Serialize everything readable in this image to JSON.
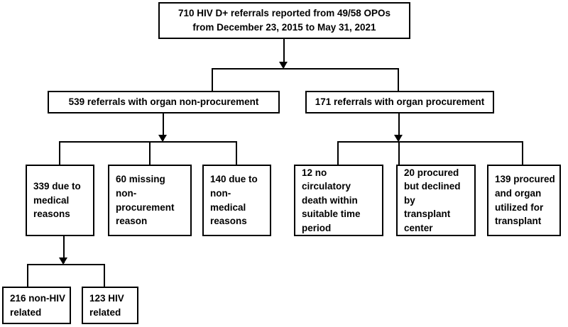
{
  "diagram": {
    "title": "HIV D+ referral outcomes flow diagram",
    "type": "flowchart",
    "stroke_color": "#000000",
    "background_color": "#ffffff",
    "nodes": {
      "root": {
        "id": "root",
        "label": "710 HIV D+ referrals reported from 49/58 OPOs\nfrom December 23, 2015 to May 31, 2021",
        "count": 710,
        "level": 0
      },
      "non_procurement": {
        "id": "non-procurement",
        "label": "539 referrals with organ non-procurement",
        "count": 539,
        "level": 1
      },
      "procurement": {
        "id": "procurement",
        "label": "171 referrals with organ procurement",
        "count": 171,
        "level": 1
      },
      "medical_reasons": {
        "id": "medical-reasons",
        "label": "339 due to\nmedical\nreasons",
        "count": 339,
        "level": 2
      },
      "missing_reason": {
        "id": "missing-reason",
        "label": "60 missing non-\nprocurement\nreason",
        "count": 60,
        "level": 2
      },
      "non_medical_reasons": {
        "id": "non-medical-reasons",
        "label": "140 due to\nnon-medical\nreasons",
        "count": 140,
        "level": 2
      },
      "no_circulatory_death": {
        "id": "no-circulatory-death",
        "label": "12 no circulatory\ndeath within\nsuitable time\nperiod",
        "count": 12,
        "level": 2
      },
      "declined_by_center": {
        "id": "declined-by-center",
        "label": "20 procured\nbut declined by\ntransplant\ncenter",
        "count": 20,
        "level": 2
      },
      "utilized_for_transplant": {
        "id": "utilized-for-transplant",
        "label": "139 procured\nand organ\nutilized for\ntransplant",
        "count": 139,
        "level": 2
      },
      "non_hiv_related": {
        "id": "non-hiv-related",
        "label": "216 non-HIV\nrelated",
        "count": 216,
        "level": 3
      },
      "hiv_related": {
        "id": "hiv-related",
        "label": "123 HIV\nrelated",
        "count": 123,
        "level": 3
      }
    }
  }
}
